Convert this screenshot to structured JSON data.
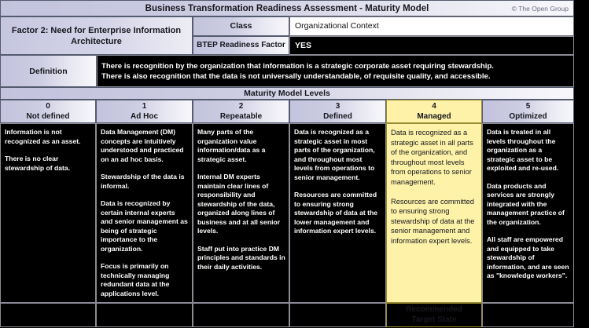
{
  "header": {
    "title": "Business Transformation Readiness Assessment - Maturity Model",
    "copyright": "© The Open Group"
  },
  "factor": {
    "title": "Factor 2: Need for Enterprise Information Architecture",
    "class_label": "Class",
    "class_value": "Organizational Context",
    "btep_label": "BTEP Readiness Factor",
    "btep_value": "YES"
  },
  "definition": {
    "label": "Definition",
    "line1": "There is recognition by the organization that information is a strategic corporate asset requiring stewardship.",
    "line2": "There is also recognition that the data is not universally understandable, of requisite quality, and accessible."
  },
  "levels_band": "Maturity Model Levels",
  "levels": [
    {
      "num": "0",
      "name": "Not defined",
      "paragraphs": [
        "Information is not recognized as an asset.",
        "There is no clear stewardship of data."
      ]
    },
    {
      "num": "1",
      "name": "Ad Hoc",
      "paragraphs": [
        "Data Management (DM) concepts are intuitively understood and practiced on an ad hoc basis.",
        "Stewardship of the data is informal.",
        "Data is recognized by certain internal experts and senior management as being of strategic importance to the organization.",
        "Focus is primarily on technically managing redundant data at the applications level."
      ]
    },
    {
      "num": "2",
      "name": "Repeatable",
      "paragraphs": [
        "Many parts of the organization value information/data as a strategic asset.",
        "Internal DM experts maintain clear lines of responsibility and stewardship of the data, organized along lines of business and at all senior levels.",
        "Staff put into practice DM principles and standards in their daily activities."
      ]
    },
    {
      "num": "3",
      "name": "Defined",
      "paragraphs": [
        "Data is recognized as a strategic asset in most parts of the organization, and throughout most levels from operations to senior management.",
        "Resources are committed to ensuring strong stewardship of data at the lower management and information expert levels."
      ]
    },
    {
      "num": "4",
      "name": "Managed",
      "highlighted": true,
      "footer": "Recommended Target State",
      "paragraphs": [
        "Data is recognized as a strategic asset in all parts of the organization, and throughout most levels from operations to senior management.",
        "Resources are committed to ensuring strong stewardship of data at the senior management and information expert levels."
      ]
    },
    {
      "num": "5",
      "name": "Optimized",
      "paragraphs": [
        "Data is treated in all levels throughout the organization as a strategic asset to be exploited and re-used.",
        "Data products and services are strongly integrated with the management practice of the organization.",
        "All staff are empowered and equipped to take stewardship of information, and are seen as \"knowledge workers\"."
      ]
    }
  ],
  "colors": {
    "lavender": "#ccccE2",
    "highlight": "#fdf2a8",
    "background": "#000000",
    "border": "#555b6e"
  }
}
